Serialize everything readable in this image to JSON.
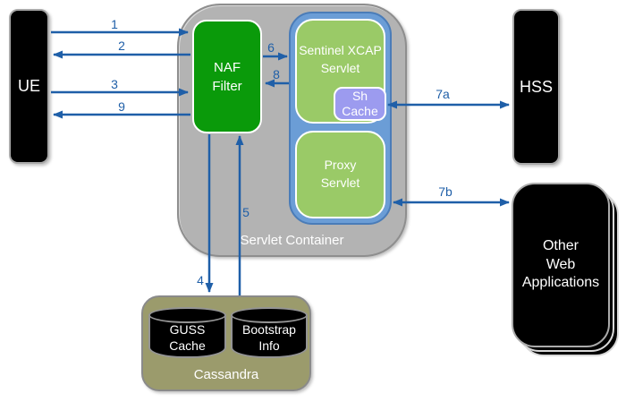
{
  "colors": {
    "arrow_blue": "#1f5fa8",
    "naf_green": "#0a9a0a",
    "servlet_light_green": "#9aca67",
    "group_blue": "#6b9dd6",
    "sh_cache_purple": "#9c9bef",
    "servlet_container_gray": "#b3b3b3",
    "cassandra_olive": "#9b9b6c",
    "endpoint_black": "#000000",
    "label_white": "#ffffff"
  },
  "nodes": {
    "ue": {
      "label": "UE"
    },
    "naf_filter": {
      "label": "NAF\nFilter"
    },
    "servlet_container": {
      "label": "Servlet Container"
    },
    "sentinel_xcap_servlet": {
      "label": "Sentinel XCAP\nServlet"
    },
    "sh_cache": {
      "label": "Sh\nCache"
    },
    "proxy_servlet": {
      "label": "Proxy\nServlet"
    },
    "hss": {
      "label": "HSS"
    },
    "other_web_applications": {
      "label": "Other\nWeb\nApplications"
    },
    "cassandra": {
      "label": "Cassandra"
    },
    "guss_cache": {
      "label": "GUSS\nCache"
    },
    "bootstrap_info": {
      "label": "Bootstrap\nInfo"
    }
  },
  "arrows": [
    {
      "label": "1",
      "from": "UE",
      "to": "NAF Filter",
      "bidirectional": false
    },
    {
      "label": "2",
      "from": "NAF Filter",
      "to": "UE",
      "bidirectional": false
    },
    {
      "label": "3",
      "from": "UE",
      "to": "NAF Filter",
      "bidirectional": false
    },
    {
      "label": "9",
      "from": "NAF Filter",
      "to": "UE",
      "bidirectional": false
    },
    {
      "label": "6",
      "from": "NAF Filter",
      "to": "Sentinel XCAP Servlet",
      "bidirectional": false
    },
    {
      "label": "8",
      "from": "Sentinel XCAP Servlet",
      "to": "NAF Filter",
      "bidirectional": false
    },
    {
      "label": "4",
      "from": "NAF Filter",
      "to": "Cassandra",
      "bidirectional": false
    },
    {
      "label": "5",
      "from": "Cassandra",
      "to": "NAF Filter",
      "bidirectional": false
    },
    {
      "label": "7a",
      "from": "Sh Cache",
      "to": "HSS",
      "bidirectional": true
    },
    {
      "label": "7b",
      "from": "Proxy Servlet",
      "to": "Other Web Applications",
      "bidirectional": true
    }
  ]
}
